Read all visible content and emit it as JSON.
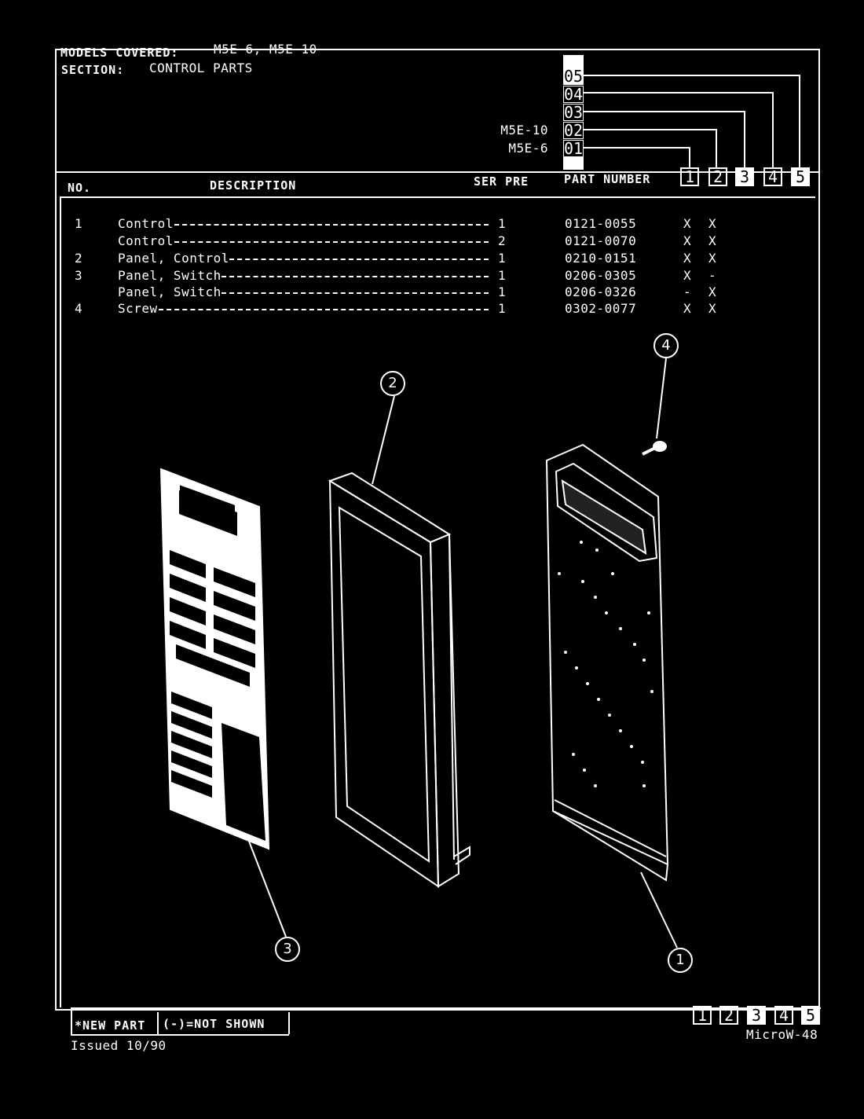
{
  "header": {
    "models_covered_label": "MODELS COVERED:",
    "models_covered_value": "M5E-6, M5E-10",
    "section_label": "SECTION:",
    "section_value": "CONTROL PARTS"
  },
  "variants": {
    "codes": [
      "05",
      "04",
      "03",
      "02",
      "01"
    ],
    "model_labels": [
      {
        "text": "M5E-10",
        "code": "02"
      },
      {
        "text": "M5E-6",
        "code": "01"
      }
    ],
    "columns": [
      "1",
      "2",
      "3",
      "4",
      "5"
    ]
  },
  "table": {
    "headers": {
      "no": "NO.",
      "description": "DESCRIPTION",
      "ser_pre": "SER PRE",
      "part_number": "PART NUMBER"
    },
    "rows": [
      {
        "no": "1",
        "description": "Control",
        "qty": "1",
        "part_number": "0121-0055",
        "c1": "X",
        "c2": "X"
      },
      {
        "no": "",
        "description": "Control",
        "qty": "2",
        "part_number": "0121-0070",
        "c1": "X",
        "c2": "X"
      },
      {
        "no": "2",
        "description": "Panel, Control",
        "qty": "1",
        "part_number": "0210-0151",
        "c1": "X",
        "c2": "X"
      },
      {
        "no": "3",
        "description": "Panel, Switch",
        "qty": "1",
        "part_number": "0206-0305",
        "c1": "X",
        "c2": "-"
      },
      {
        "no": "",
        "description": "Panel, Switch",
        "qty": "1",
        "part_number": "0206-0326",
        "c1": "-",
        "c2": "X"
      },
      {
        "no": "4",
        "description": "Screw",
        "qty": "1",
        "part_number": "0302-0077",
        "c1": "X",
        "c2": "X"
      }
    ]
  },
  "callouts": [
    "1",
    "2",
    "3",
    "4"
  ],
  "footer": {
    "new_part": "*NEW PART",
    "not_shown": "(-)=NOT SHOWN",
    "issued": "Issued 10/90",
    "page_id": "MicroW-48",
    "columns": [
      "1",
      "2",
      "3",
      "4",
      "5"
    ]
  }
}
